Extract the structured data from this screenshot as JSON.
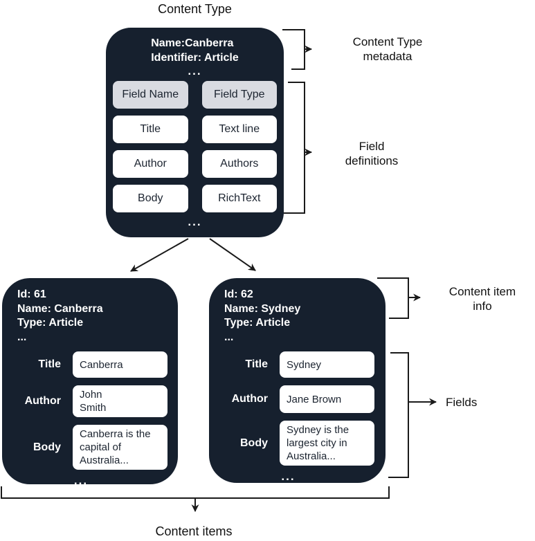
{
  "diagram": {
    "title_top": "Content Type",
    "ellipsis": "...",
    "content_type": {
      "meta": "Name:Canberra\nIdentifier: Article",
      "field_table": {
        "header": [
          "Field Name",
          "Field Type"
        ],
        "rows": [
          [
            "Title",
            "Text line"
          ],
          [
            "Author",
            "Authors"
          ],
          [
            "Body",
            "RichText"
          ]
        ]
      }
    },
    "labels": {
      "content_type_metadata": "Content Type\nmetadata",
      "field_definitions": "Field\ndefinitions",
      "content_item_info": "Content item\ninfo",
      "fields": "Fields",
      "content_items": "Content items"
    },
    "items": [
      {
        "meta": "Id: 61\nName: Canberra\nType: Article\n...",
        "fields": [
          {
            "label": "Title",
            "value": "Canberra"
          },
          {
            "label": "Author",
            "value": "John\nSmith"
          },
          {
            "label": "Body",
            "value": "Canberra is the\ncapital of\nAustralia..."
          }
        ]
      },
      {
        "meta": "Id: 62\nName: Sydney\nType: Article\n...",
        "fields": [
          {
            "label": "Title",
            "value": "Sydney"
          },
          {
            "label": "Author",
            "value": "Jane Brown"
          },
          {
            "label": "Body",
            "value": "Sydney is the\nlargest city in\nAustralia..."
          }
        ]
      }
    ],
    "colors": {
      "box_dark": "#16202E",
      "chip_header": "#D9DBE1",
      "chip_white": "#FFFFFF",
      "line": "#1A1A1A",
      "text_on_dark": "#FFFFFF",
      "text_on_light": "#1C2430"
    }
  }
}
